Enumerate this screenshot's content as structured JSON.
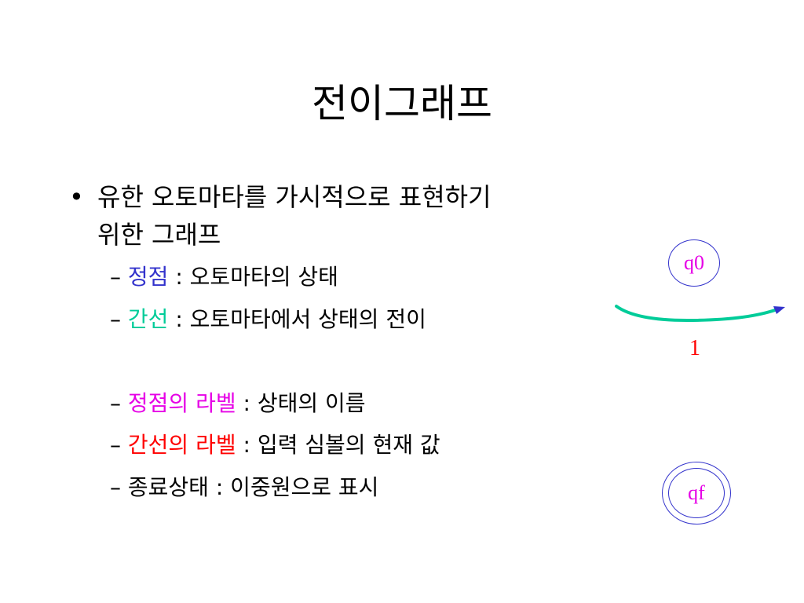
{
  "title": "전이그래프",
  "bullets": {
    "main_mark": "•",
    "main_line1": "유한 오토마타를 가시적으로 표현하기",
    "main_line2": "위한 그래프",
    "dash": "–",
    "sub1": {
      "term": "정점",
      "desc": " : 오토마타의 상태"
    },
    "sub2": {
      "term": "간선",
      "desc": " : 오토마타에서 상태의 전이"
    },
    "sub3": {
      "term": "정점의 라벨",
      "desc": " : 상태의 이름"
    },
    "sub4": {
      "term": "간선의 라벨",
      "desc": " : 입력 심볼의 현재 값"
    },
    "sub5": {
      "text": "종료상태 : 이중원으로 표시"
    }
  },
  "diagram": {
    "start_state": "q0",
    "final_state": "qf",
    "edge_label": "1"
  },
  "colors": {
    "vertex_term": "#3333cc",
    "edge_term": "#00cc99",
    "vertex_label_term": "#e600e6",
    "edge_label_term": "#ff0000",
    "state_border": "#3333cc",
    "state_text": "#e600e6",
    "edge_line": "#00cc99",
    "edge_arrow": "#3333cc",
    "edge_label": "#ff0000"
  }
}
